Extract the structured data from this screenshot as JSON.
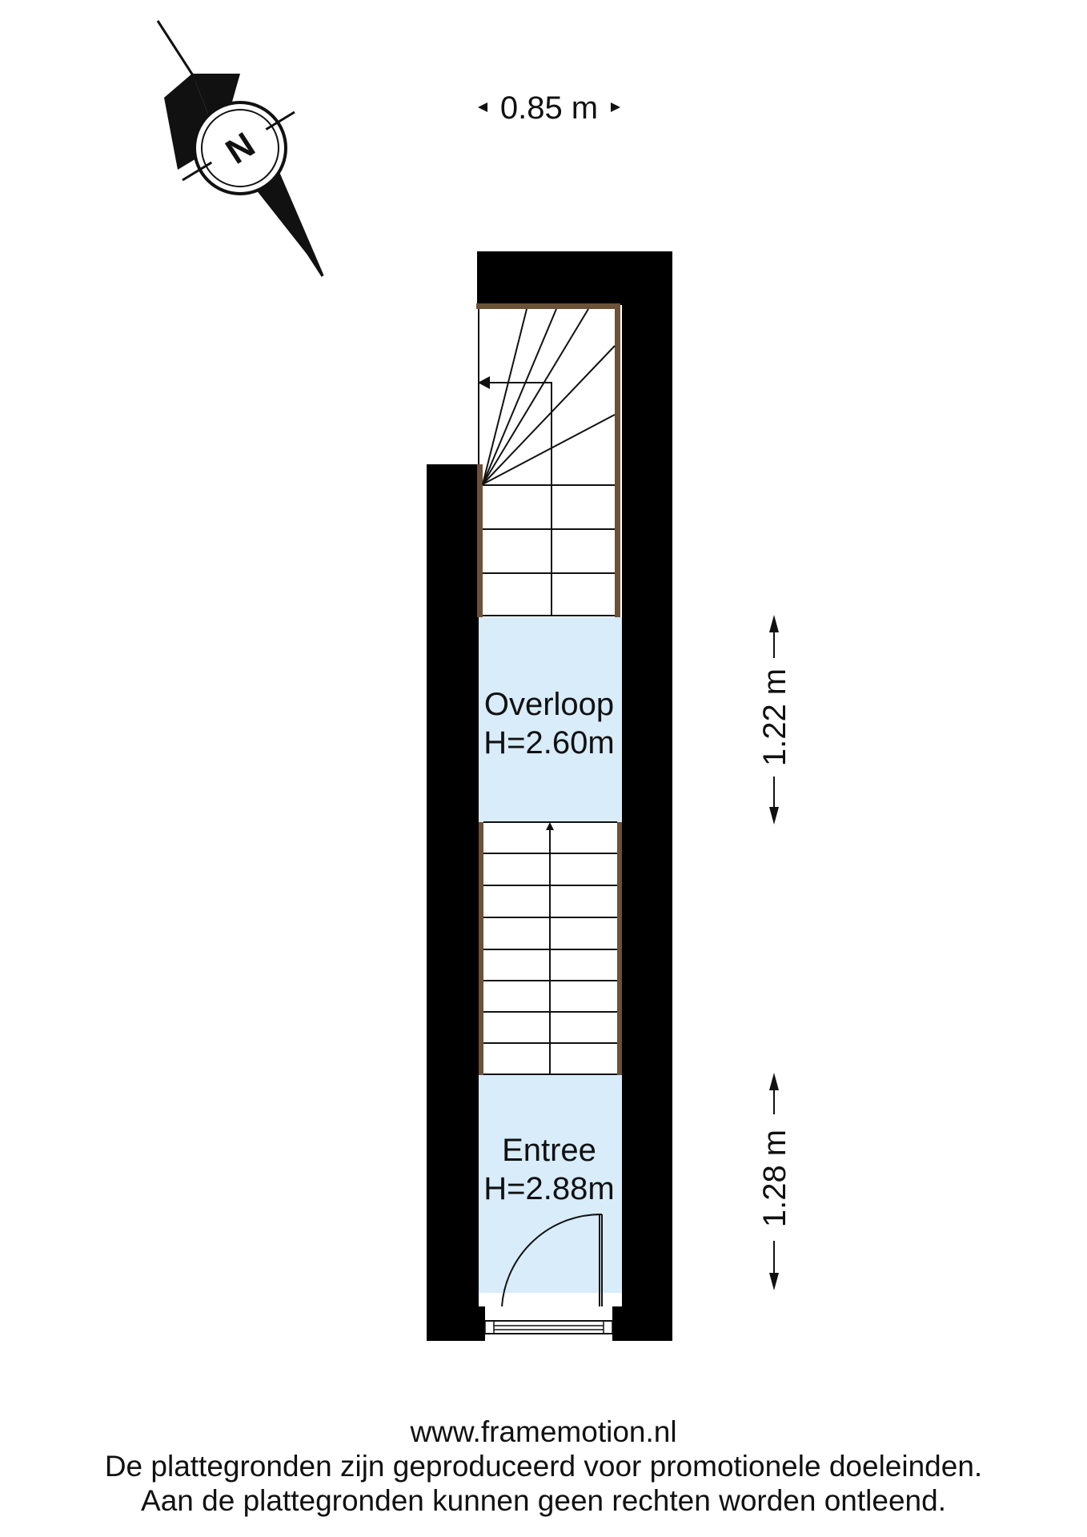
{
  "compass": {
    "letter": "N"
  },
  "dimensions": {
    "width": "0.85 m",
    "overloop_length": "1.22 m",
    "entree_length": "1.28 m"
  },
  "rooms": [
    {
      "name": "Overloop",
      "height": "H=2.60m"
    },
    {
      "name": "Entree",
      "height": "H=2.88m"
    }
  ],
  "footer": {
    "website": "www.framemotion.nl",
    "line1": "De plattegronden zijn geproduceerd voor promotionele doeleinden.",
    "line2": "Aan de plattegronden kunnen geen rechten worden ontleend."
  },
  "colors": {
    "wall": "#000000",
    "room_fill": "#d8ecfa",
    "stair_stringer": "#6b5238"
  }
}
